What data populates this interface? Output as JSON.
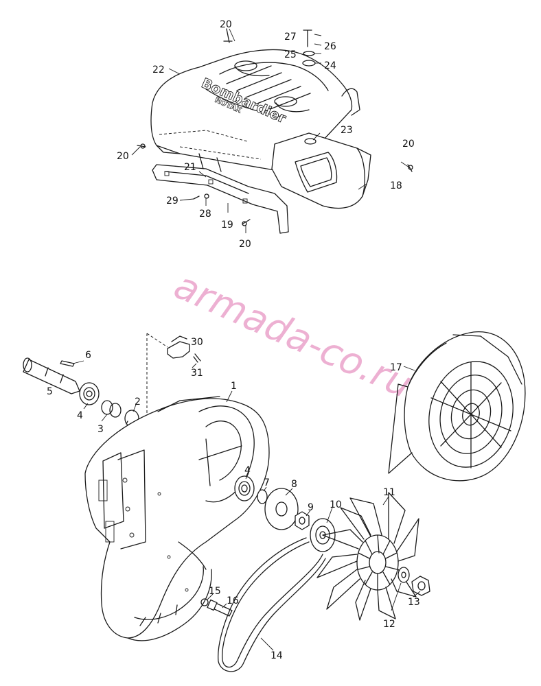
{
  "watermark": "armada-co.ru",
  "cover_logo": {
    "brand": "Bombardier",
    "model": "ROTAX"
  },
  "callouts": {
    "c1": "1",
    "c2": "2",
    "c3": "3",
    "c4a": "4",
    "c4b": "4",
    "c5": "5",
    "c6": "6",
    "c7": "7",
    "c8": "8",
    "c9": "9",
    "c10": "10",
    "c11": "11",
    "c12": "12",
    "c13": "13",
    "c14": "14",
    "c15": "15",
    "c16": "16",
    "c17": "17",
    "c18": "18",
    "c19": "19",
    "c20a": "20",
    "c20b": "20",
    "c20c": "20",
    "c20d": "20",
    "c21": "21",
    "c22": "22",
    "c23": "23",
    "c24": "24",
    "c25": "25",
    "c26": "26",
    "c27": "27",
    "c28": "28",
    "c29": "29",
    "c30": "30",
    "c31": "31"
  }
}
